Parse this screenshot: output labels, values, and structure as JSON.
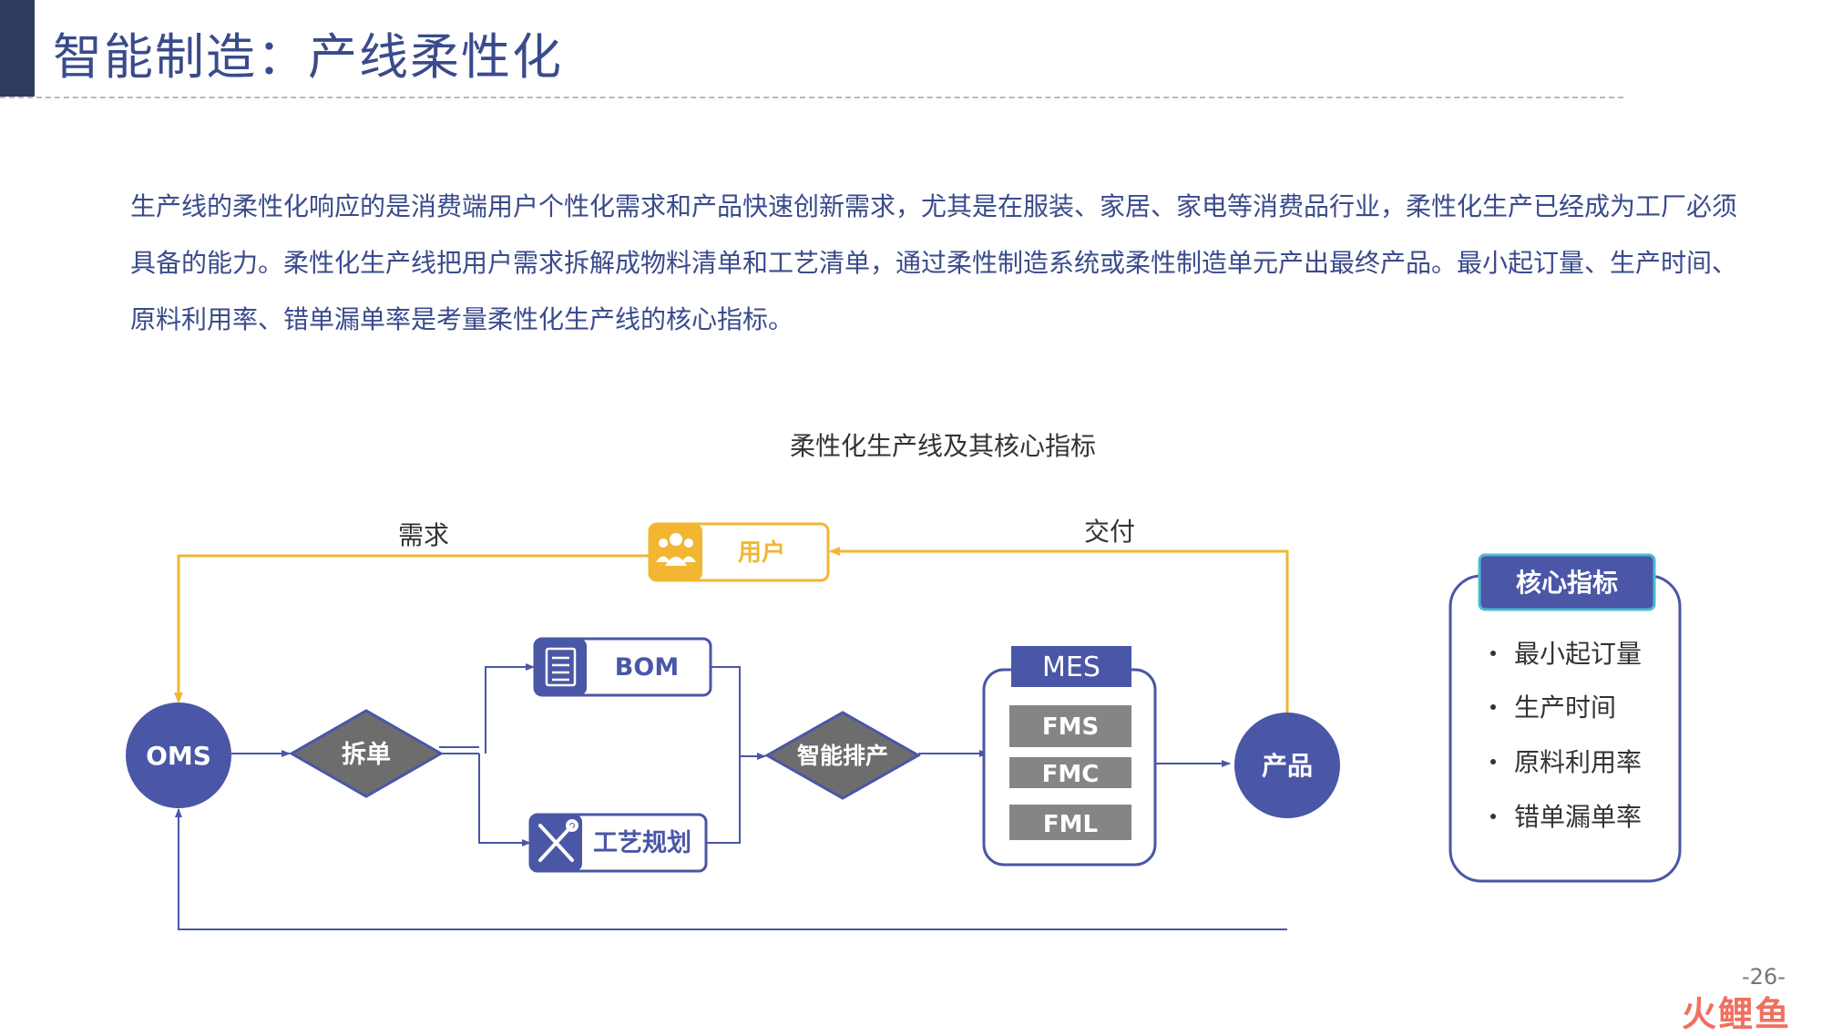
{
  "header": {
    "title": "智能制造：产线柔性化"
  },
  "intro": {
    "text": "生产线的柔性化响应的是消费端用户个性化需求和产品快速创新需求，尤其是在服装、家居、家电等消费品行业，柔性化生产已经成为工厂必须具备的能力。柔性化生产线把用户需求拆解成物料清单和工艺清单，通过柔性制造系统或柔性制造单元产出最终产品。最小起订量、生产时间、原料利用率、错单漏单率是考量柔性化生产线的核心指标。"
  },
  "diagram": {
    "title": "柔性化生产线及其核心指标",
    "demand_label": "需求",
    "delivery_label": "交付",
    "user_label": "用户",
    "oms_label": "OMS",
    "split_label": "拆单",
    "bom_label": "BOM",
    "process_label": "工艺规划",
    "scheduling_label": "智能排产",
    "mes_label": "MES",
    "fms_label": "FMS",
    "fmc_label": "FMC",
    "fml_label": "FML",
    "product_label": "产品",
    "kpi": {
      "title": "核心指标",
      "items": [
        "最小起订量",
        "生产时间",
        "原料利用率",
        "错单漏单率"
      ]
    }
  },
  "colors": {
    "primary_blue": "#4a56a6",
    "dark_navy": "#2f3a5f",
    "gold": "#f2b632",
    "gray_box": "#858585",
    "diamond_gray": "#6d6d6d",
    "kpi_border": "#4bbbd2"
  },
  "footer": {
    "page_number": "-26-",
    "watermark": "火鲤鱼"
  }
}
